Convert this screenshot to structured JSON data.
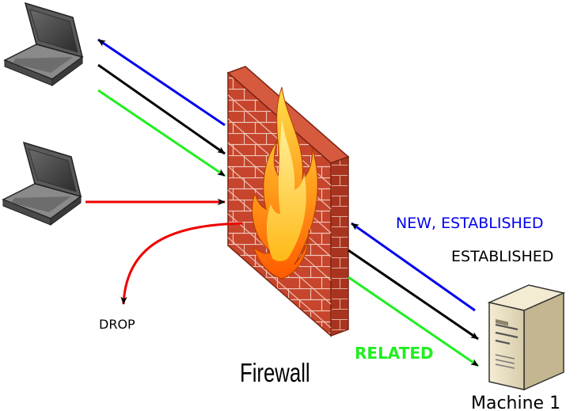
{
  "labels": {
    "drop": "DROP",
    "firewall": "Firewall",
    "new_established": "NEW, ESTABLISHED",
    "established": "ESTABLISHED",
    "related": "RELATED",
    "machine": "Machine 1"
  },
  "colors": {
    "new_established": "#0000ee",
    "established": "#000000",
    "related": "#22ee22",
    "drop": "#ee0000",
    "brick": "#c6452c",
    "mortar": "#f0c6b8"
  }
}
